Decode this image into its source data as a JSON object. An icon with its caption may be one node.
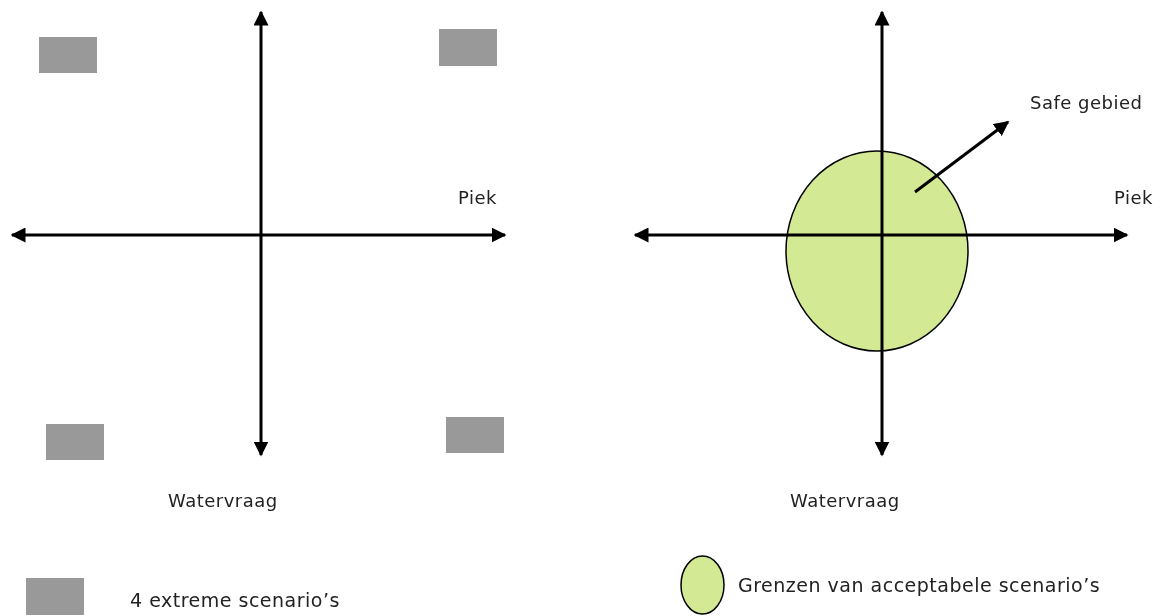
{
  "diagram": {
    "nodes": [
      {
        "text": [],
        "shape": "box"
      },
      {
        "text": [],
        "shape": "box"
      },
      {
        "text": [],
        "shape": "box"
      },
      {
        "text": [],
        "shape": "box"
      },
      {
        "text": [],
        "shape": "circle"
      },
      {
        "text": [
          "Safe gebied"
        ]
      }
    ],
    "edges": [
      {
        "from": 4,
        "to": 5,
        "arrow": "to"
      }
    ],
    "labels": [
      "Piek",
      "Watervraag",
      "Piek",
      "Watervraag"
    ],
    "legend": [
      {
        "text": "4 extreme scenario’s",
        "color": "#999999"
      },
      {
        "text": "Grenzen van acceptabele scenario’s",
        "color": "#d4e994"
      }
    ]
  }
}
